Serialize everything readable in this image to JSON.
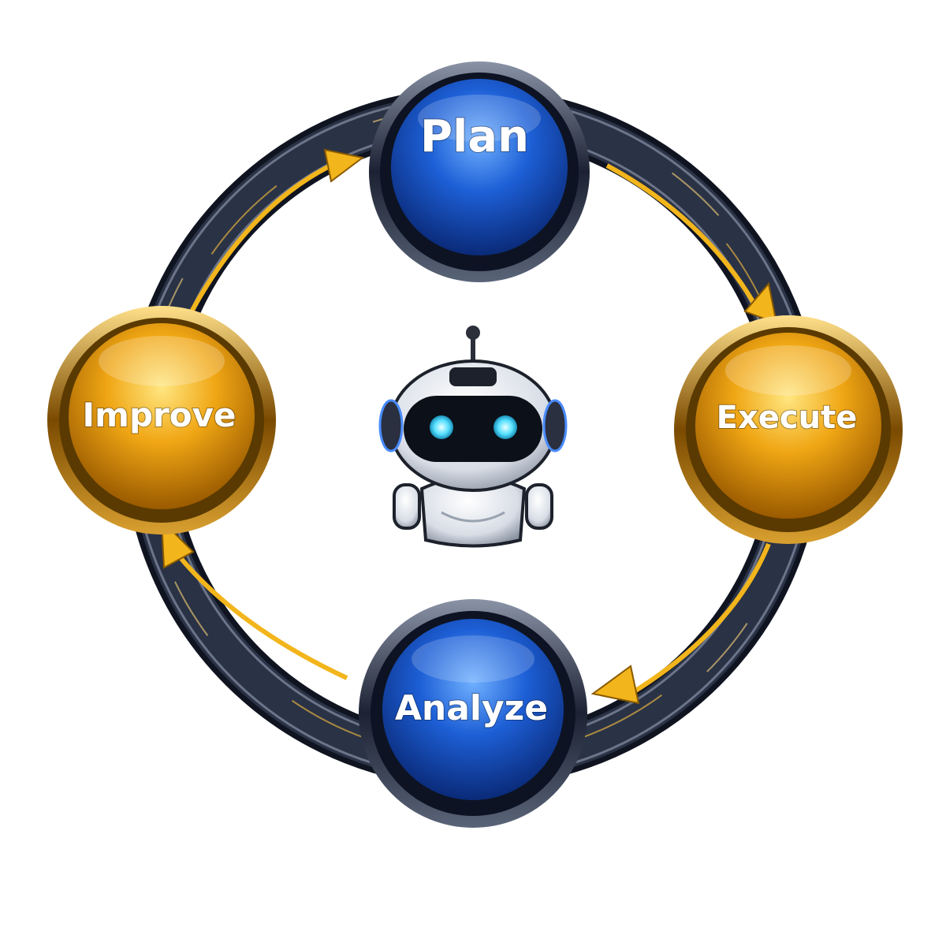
{
  "cycle": {
    "nodes": [
      {
        "id": "plan",
        "label": "Plan",
        "color": "blue"
      },
      {
        "id": "execute",
        "label": "Execute",
        "color": "gold"
      },
      {
        "id": "analyze",
        "label": "Analyze",
        "color": "blue"
      },
      {
        "id": "improve",
        "label": "Improve",
        "color": "gold"
      }
    ],
    "direction": "clockwise",
    "center_icon": "robot-icon"
  },
  "colors": {
    "ring_dark": "#1b2233",
    "ring_edge": "#5a6478",
    "arrow_gold": "#f2b51c",
    "blue_node": "#1448b8",
    "blue_node_light": "#4a8cff",
    "gold_node": "#e0940a",
    "gold_node_light": "#ffd54a",
    "robot_eye": "#56e0ff"
  }
}
